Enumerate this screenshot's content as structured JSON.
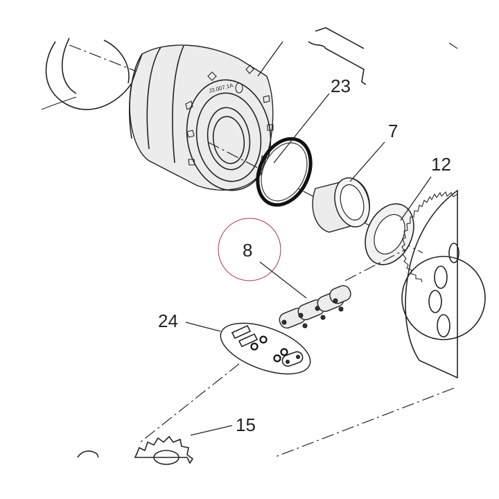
{
  "diagram": {
    "callouts": {
      "c23": "23",
      "c7": "7",
      "c12": "12",
      "c8": "8",
      "c24": "24",
      "c15": "15"
    },
    "hub_stamp": "J3.007.1A",
    "highlight_color": "#b03040"
  }
}
